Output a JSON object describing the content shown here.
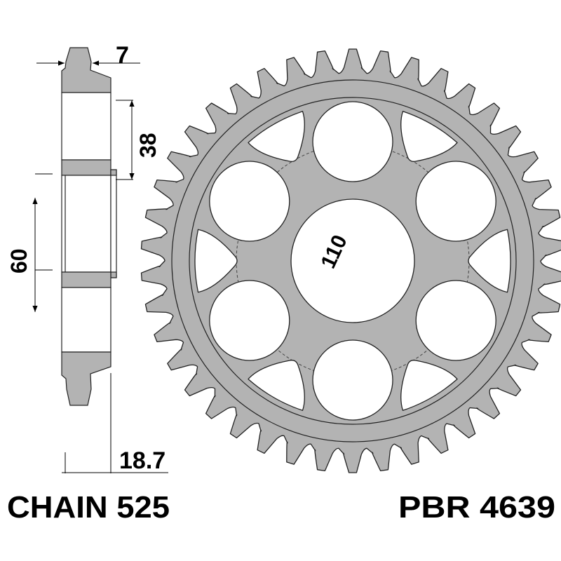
{
  "dimensions": {
    "tooth_thickness": "7",
    "bolt_hole_diameter": "38",
    "center_bore": "60",
    "hub_offset": "18.7",
    "bolt_circle": "110"
  },
  "chain_label": "CHAIN 525",
  "part_number": "PBR 4639",
  "sprocket": {
    "teeth": 42,
    "bolt_holes": 6
  },
  "colors": {
    "metal": "#b3b3b3",
    "outline": "#222222"
  }
}
